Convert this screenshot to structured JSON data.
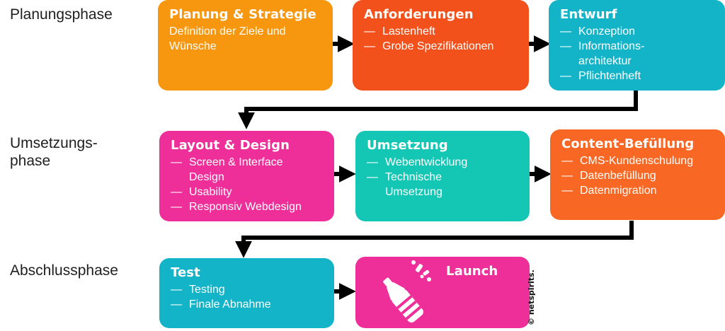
{
  "phases": {
    "planning": "Planungsphase",
    "implementation": "Umsetzungs-\nphase",
    "closing": "Abschlussphase"
  },
  "boxes": {
    "planung": {
      "title": "Planung & Strategie",
      "desc": "Definition der Ziele und\nWünsche",
      "color": "#f7960f"
    },
    "anforderungen": {
      "title": "Anforderungen",
      "items": [
        "Lastenheft",
        "Grobe Spezifikationen"
      ],
      "color": "#f2511c"
    },
    "entwurf": {
      "title": "Entwurf",
      "items": [
        "Konzeption",
        "Informations-\narchitektur",
        "Pflichtenheft"
      ],
      "color": "#14b4c8"
    },
    "layout": {
      "title": "Layout & Design",
      "items": [
        "Screen & Interface\nDesign",
        "Usability",
        "Responsiv Webdesign"
      ],
      "color": "#ee2f9a"
    },
    "umsetzung": {
      "title": "Umsetzung",
      "items": [
        "Webentwicklung",
        "Technische\nUmsetzung"
      ],
      "color": "#14c6b4"
    },
    "content": {
      "title": "Content-Befüllung",
      "items": [
        "CMS-Kundenschulung",
        "Datenbefüllung",
        "Datenmigration"
      ],
      "color": "#f86723"
    },
    "test": {
      "title": "Test",
      "items": [
        "Testing",
        "Finale Abnahme"
      ],
      "color": "#14b4c8"
    },
    "launch": {
      "title": "Launch",
      "color": "#ee2f9a"
    }
  },
  "item_dash": "—",
  "copyright": "© netspirits.",
  "icons": {
    "launch": "champagne-bottle-icon"
  },
  "arrow_color": "#000000"
}
